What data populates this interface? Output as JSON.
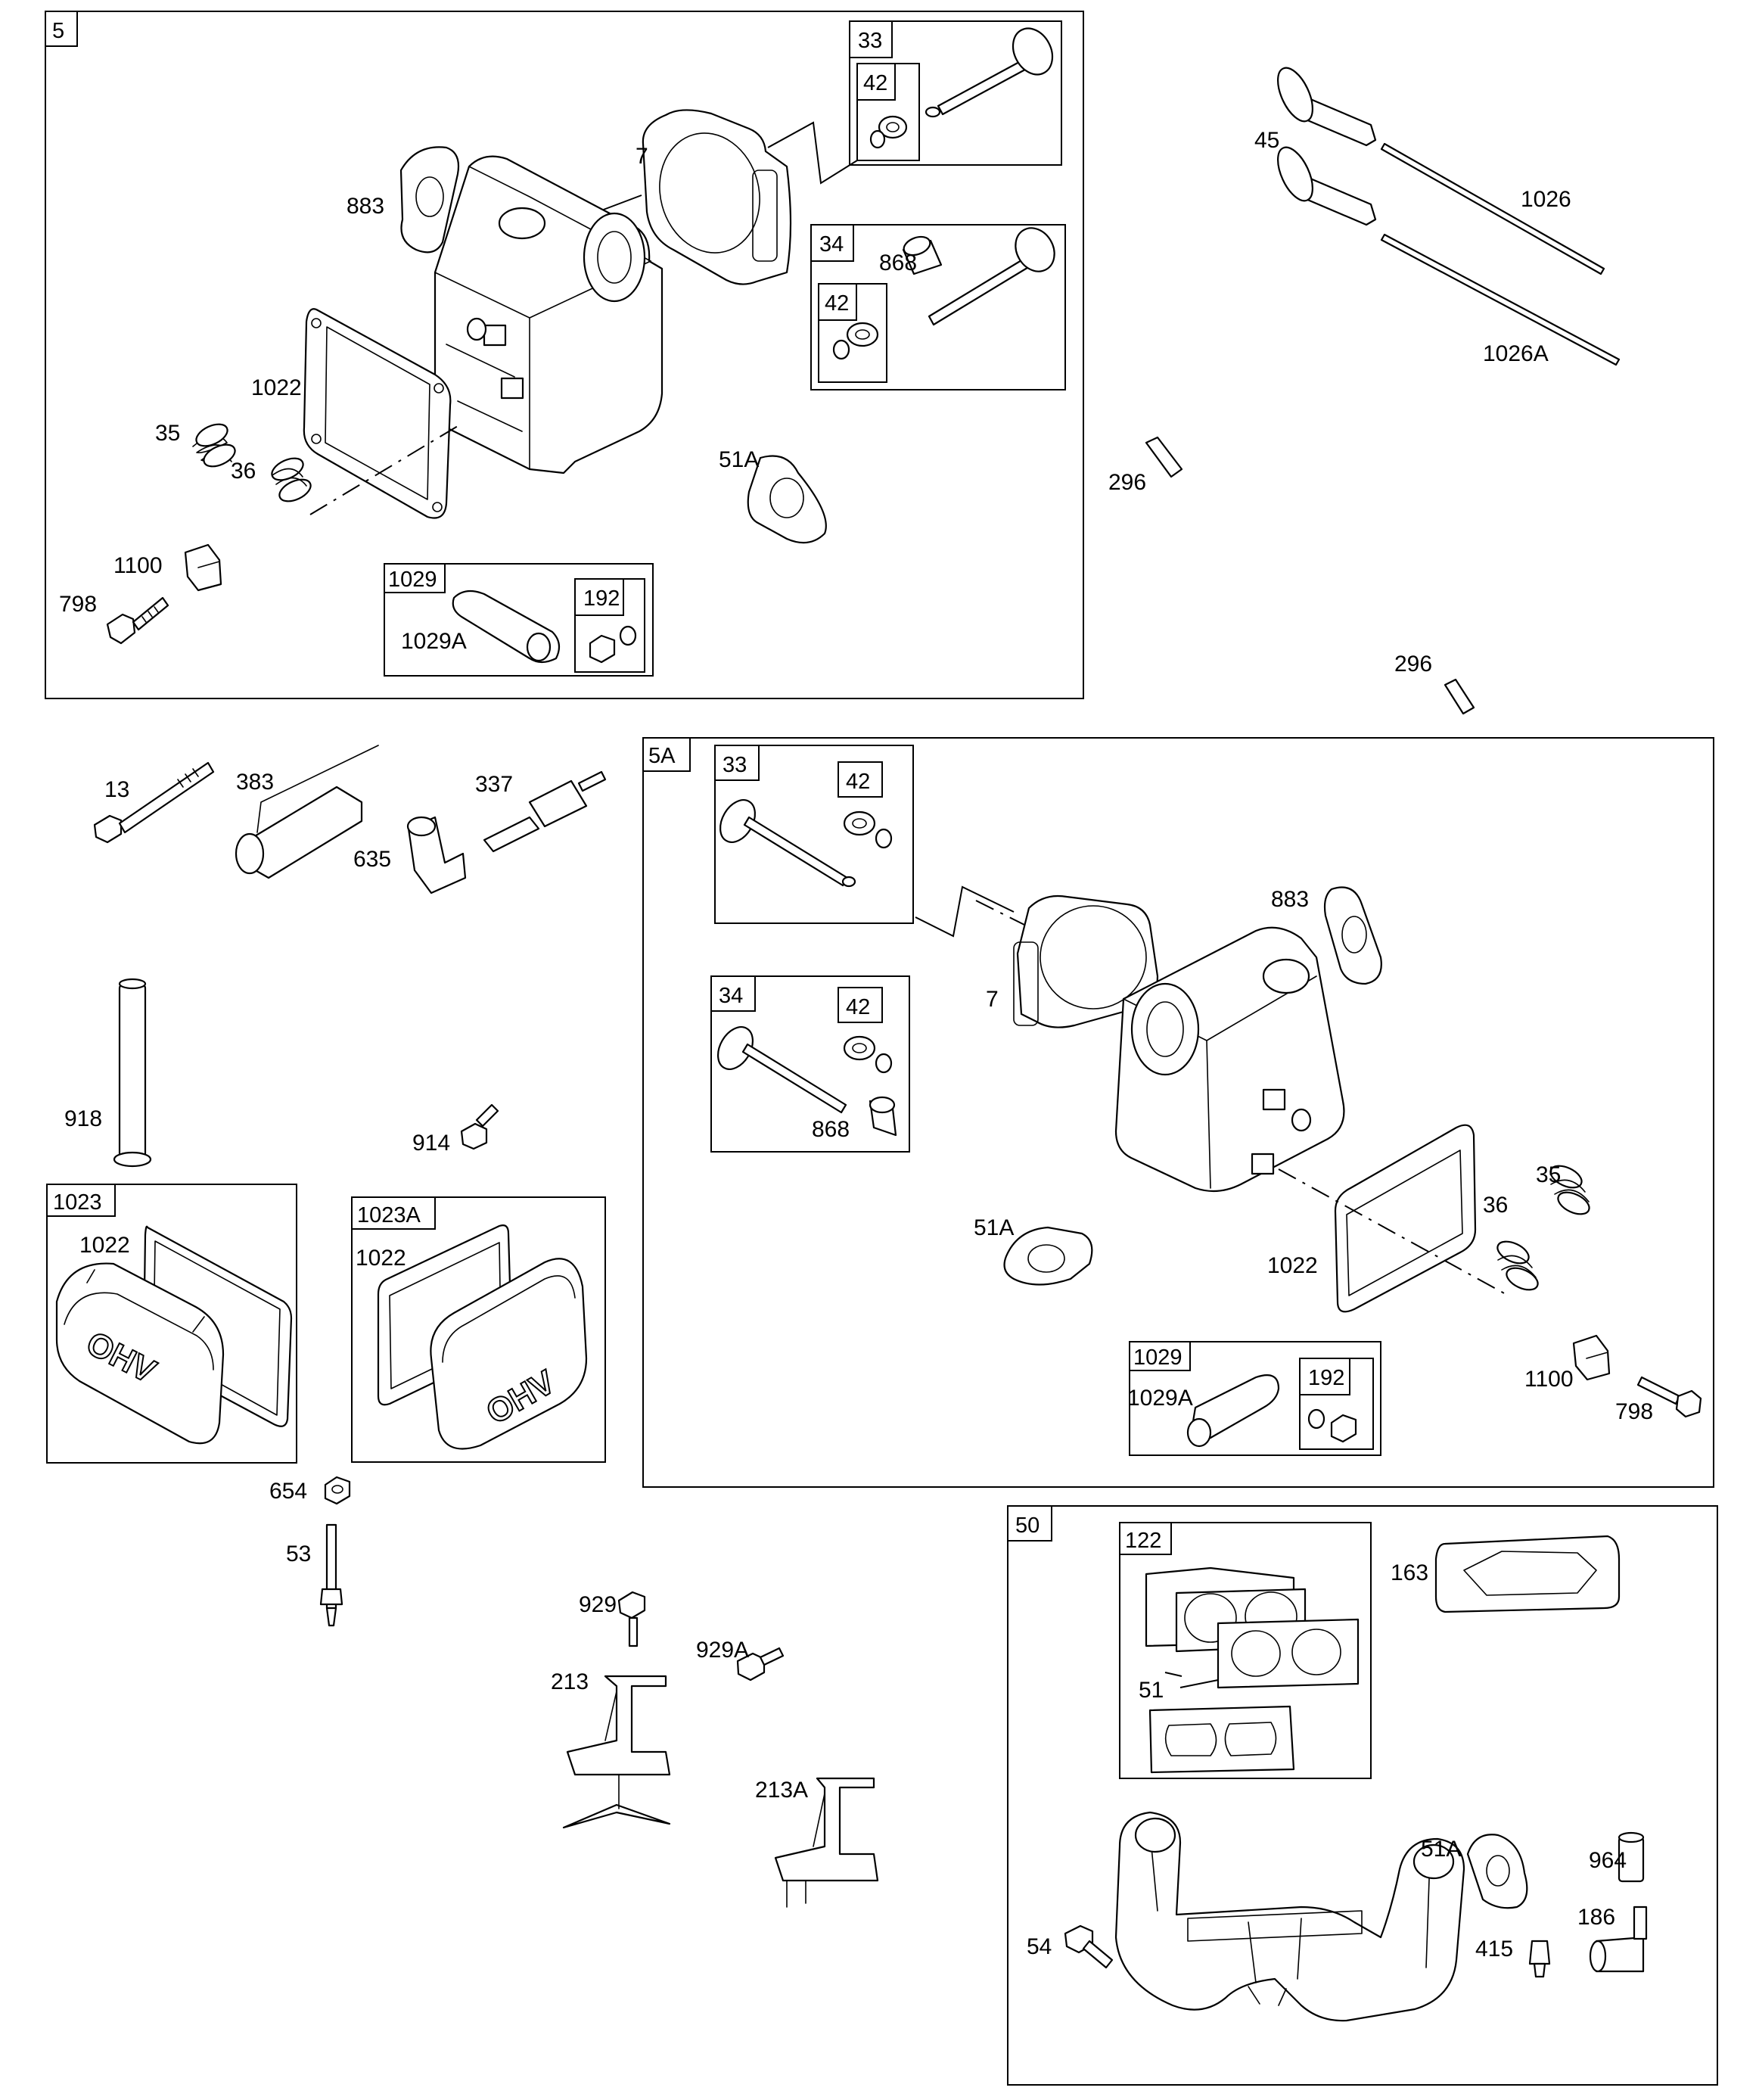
{
  "boxes": {
    "b5": "5",
    "b33": "33",
    "b42a": "42",
    "b34": "34",
    "b42b": "42",
    "b1029": "1029",
    "b192": "192",
    "b5A": "5A",
    "b33A": "33",
    "b42c": "42",
    "b34A": "34",
    "b42d": "42",
    "b1029A": "1029",
    "b192A": "192",
    "b1023": "1023",
    "b1023A": "1023A",
    "b50": "50",
    "b122": "122"
  },
  "labels": {
    "l883": "883",
    "l7": "7",
    "l868": "868",
    "l1022": "1022",
    "l35": "35",
    "l36": "36",
    "l51A": "51A",
    "l1100": "1100",
    "l798": "798",
    "l1029A": "1029A",
    "l45": "45",
    "l1026": "1026",
    "l1026A": "1026A",
    "l296a": "296",
    "l296b": "296",
    "l13": "13",
    "l383": "383",
    "l337": "337",
    "l635": "635",
    "l918": "918",
    "l914": "914",
    "l1022c": "1022",
    "l1022d": "1022",
    "l883b": "883",
    "l7b": "7",
    "l868b": "868",
    "l35b": "35",
    "l36b": "36",
    "l51Ab": "51A",
    "l1022b": "1022",
    "l1029Ab": "1029A",
    "l1100b": "1100",
    "l798b": "798",
    "l654": "654",
    "l53": "53",
    "l929": "929",
    "l929A": "929A",
    "l213": "213",
    "l213A": "213A",
    "l163": "163",
    "l51": "51",
    "l51Ac": "51A",
    "l964": "964",
    "l186": "186",
    "l54": "54",
    "l415": "415"
  },
  "cover_text": "OHV"
}
